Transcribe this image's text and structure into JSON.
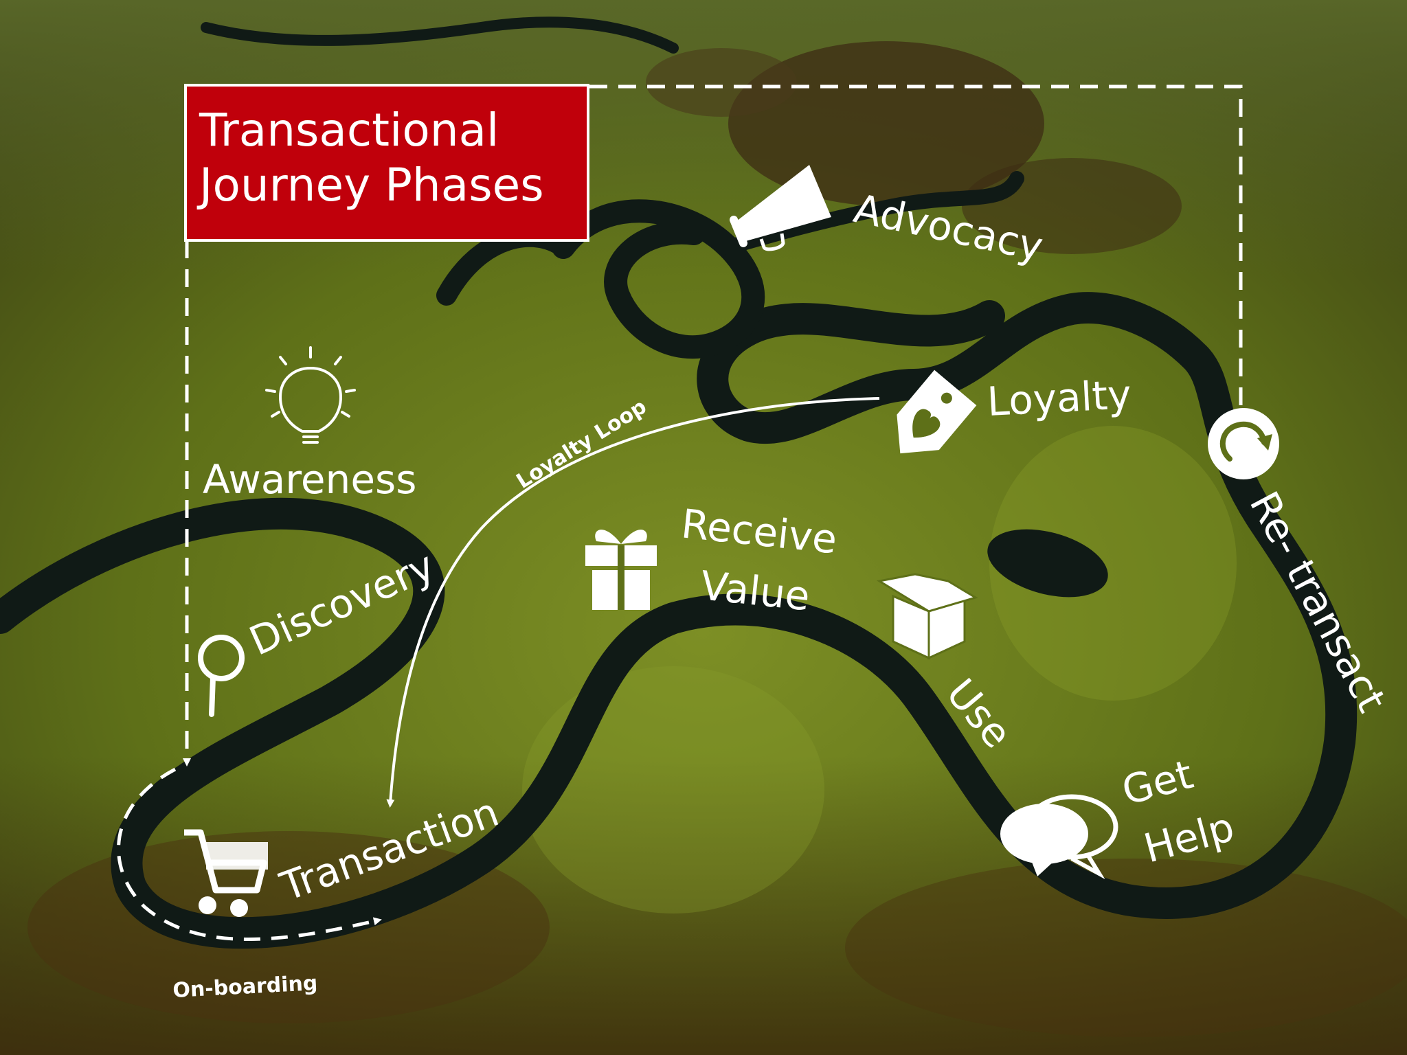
{
  "title": {
    "line1": "Transactional",
    "line2": "Journey Phases"
  },
  "phases": {
    "awareness": "Awareness",
    "discovery": "Discovery",
    "transaction": "Transaction",
    "receive_value_line1": "Receive",
    "receive_value_line2": "Value",
    "use": "Use",
    "get_help_line1": "Get",
    "get_help_line2": "Help",
    "loyalty": "Loyalty",
    "advocacy": "Advocacy",
    "re_transact": "Re- transact"
  },
  "annotations": {
    "loyalty_loop": "Loyalty Loop",
    "on_boarding": "On-boarding"
  },
  "colors": {
    "title_box": "#c0000b",
    "river": "#101a16",
    "grass": "#6a7e1c",
    "text": "#ffffff"
  },
  "icons": {
    "awareness": "lightbulb-icon",
    "discovery": "magnifier-icon",
    "transaction": "shopping-cart-icon",
    "receive_value": "gift-icon",
    "use": "open-box-icon",
    "get_help": "speech-bubbles-icon",
    "loyalty": "heart-tag-icon",
    "advocacy": "megaphone-icon",
    "re_transact": "refresh-icon"
  }
}
